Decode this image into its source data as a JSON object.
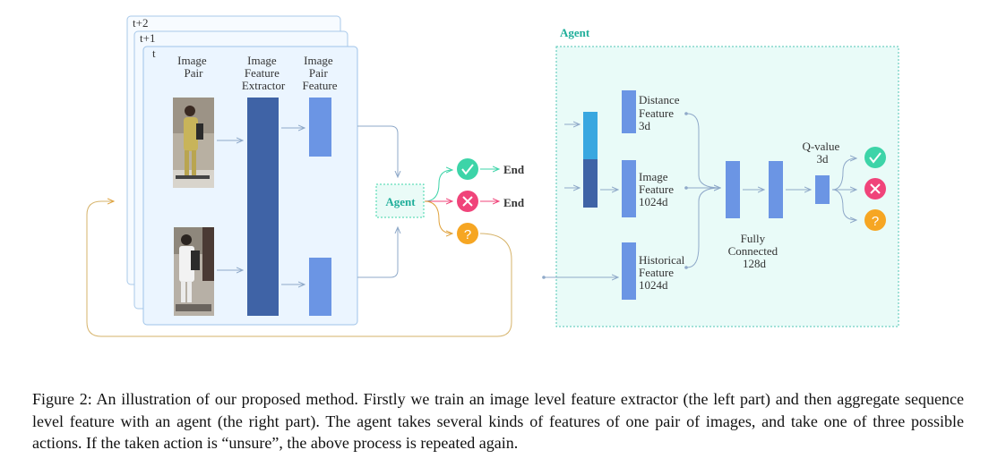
{
  "left": {
    "frame_labels": [
      "t+2",
      "t+1",
      "t"
    ],
    "col_image_pair": [
      "Image",
      "Pair"
    ],
    "col_extractor": [
      "Image",
      "Feature",
      "Extractor"
    ],
    "col_pair_feature": [
      "Image",
      "Pair",
      "Feature"
    ]
  },
  "agent_box": "Agent",
  "actions": {
    "yes_icon": "check-icon",
    "no_icon": "cross-icon",
    "unsure_icon": "question-icon",
    "end1": "End",
    "end2": "End",
    "unsure_glyph": "?"
  },
  "agent_panel": {
    "title": "Agent",
    "distance": [
      "Distance",
      "Feature",
      "3d"
    ],
    "image": [
      "Image",
      "Feature",
      "1024d"
    ],
    "historical": [
      "Historical",
      "Feature",
      "1024d"
    ],
    "fc": [
      "Fully",
      "Connected",
      "128d"
    ],
    "qvalue": [
      "Q-value",
      "3d"
    ]
  },
  "colors": {
    "green": "#3dd4a8",
    "red": "#f0447a",
    "orange": "#f6a623",
    "bar_dark": "#3f63a6",
    "bar_light": "#6b95e4",
    "panel_bg": "#e9fbf8",
    "teal": "#1fae9a"
  },
  "caption": "Figure 2: An illustration of our proposed method. Firstly we train an image level feature extractor (the left part) and then aggregate sequence level feature with an agent (the right part). The agent takes several kinds of features of one pair of images, and take one of three possible actions. If the taken action is “unsure”, the above process is repeated again."
}
